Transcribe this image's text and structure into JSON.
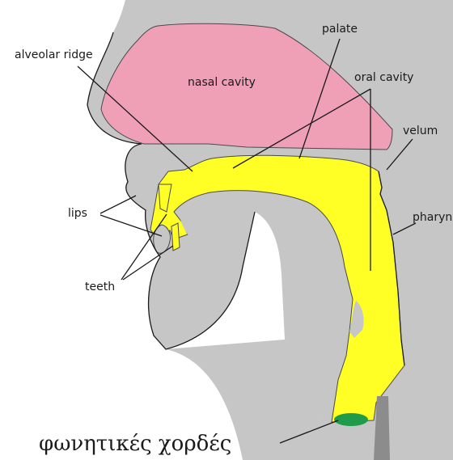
{
  "diagram": {
    "labels": {
      "palate": "palate",
      "alveolar_ridge": "alveolar ridge",
      "nasal_cavity": "nasal cavity",
      "oral_cavity": "oral cavity",
      "velum": "velum",
      "lips": "lips",
      "pharynx": "pharynx",
      "teeth": "teeth",
      "vocal_cords": "φωνητικές χορδές"
    },
    "colors": {
      "background": "#ffffff",
      "head": "#c6c6c6",
      "outline": "#4a4a4a",
      "nasal_cavity": "#f0a0b6",
      "vocal_tract": "#ffff26",
      "vocal_folds": "#1f9b4a",
      "trachea_tube": "#8c8c8c"
    }
  }
}
